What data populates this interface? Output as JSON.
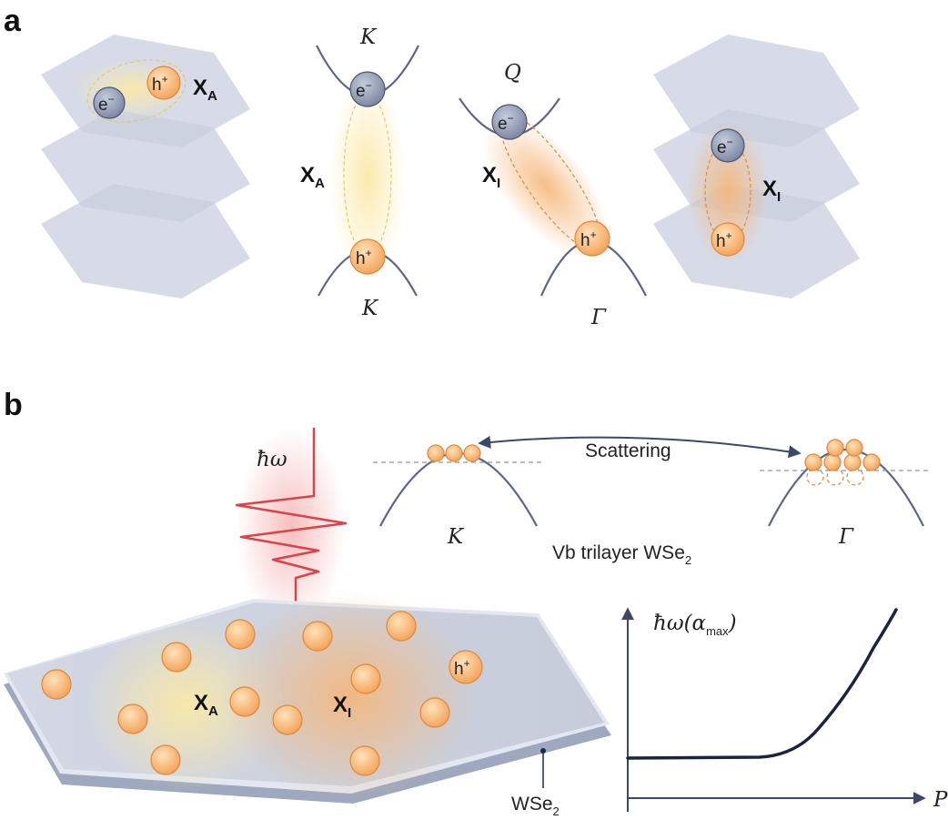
{
  "panels": {
    "a": "a",
    "b": "b"
  },
  "panel_a": {
    "stack_left": {
      "electron": "e",
      "electron_sup": "−",
      "hole": "h",
      "hole_sup": "+",
      "exciton": "X",
      "exciton_sub": "A"
    },
    "band_direct": {
      "top_point": "K",
      "bottom_point": "K",
      "electron": "e",
      "electron_sup": "−",
      "hole": "h",
      "hole_sup": "+",
      "exciton": "X",
      "exciton_sub": "A"
    },
    "band_indirect": {
      "top_point": "Q",
      "bottom_point": "Γ",
      "electron": "e",
      "electron_sup": "−",
      "hole": "h",
      "hole_sup": "+",
      "exciton": "X",
      "exciton_sub": "I"
    },
    "stack_right": {
      "electron": "e",
      "electron_sup": "−",
      "hole": "h",
      "hole_sup": "+",
      "exciton": "X",
      "exciton_sub": "I"
    }
  },
  "panel_b": {
    "photon": "ħω",
    "scattering": "Scattering",
    "k_point": "K",
    "gamma_point": "Γ",
    "vb_caption": "Vb trilayer WSe",
    "vb_caption_sub": "2",
    "sample": {
      "exciton_a": "X",
      "exciton_a_sub": "A",
      "exciton_i": "X",
      "exciton_i_sub": "I",
      "hole": "h",
      "hole_sup": "+",
      "material": "WSe",
      "material_sub": "2"
    },
    "plot": {
      "y_label": "ħω(α",
      "y_label_sub": "max",
      "y_label_close": ")",
      "x_label": "P"
    }
  },
  "colors": {
    "hole_fill": "#f7b870",
    "electron_fill": "#8d97b0",
    "band": "#5c6784",
    "sheet": "#c9cfdf",
    "laser": "#d9434a"
  }
}
